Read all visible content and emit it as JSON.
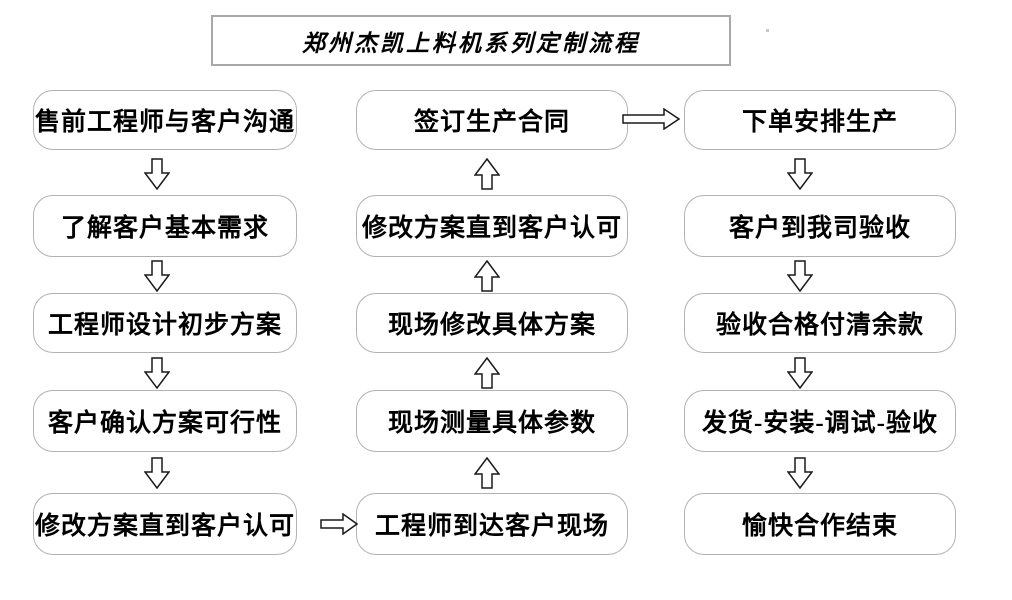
{
  "title": "郑州杰凯上料机系列定制流程",
  "columns": {
    "left": {
      "direction": "down",
      "nodes": [
        "售前工程师与客户沟通",
        "了解客户基本需求",
        "工程师设计初步方案",
        "客户确认方案可行性",
        "修改方案直到客户认可"
      ]
    },
    "middle": {
      "direction": "up",
      "nodes": [
        "签订生产合同",
        "修改方案直到客户认可",
        "现场修改具体方案",
        "现场测量具体参数",
        "工程师到达客户现场"
      ]
    },
    "right": {
      "direction": "down",
      "nodes": [
        "下单安排生产",
        "客户到我司验收",
        "验收合格付清余款",
        "发货-安装-调试-验收",
        "愉快合作结束"
      ]
    }
  },
  "connectors": {
    "left_column_arrows": "down-block-arrow",
    "middle_column_arrows": "up-block-arrow",
    "right_column_arrows": "down-block-arrow",
    "left_to_middle": "right-block-arrow",
    "middle_to_right": "right-block-arrow"
  },
  "colors": {
    "background": "#ffffff",
    "box_border": "#b2b2b2",
    "title_border": "#a8a8a8",
    "text": "#000000",
    "arrow_outline": "#1a1a1a",
    "arrow_fill": "#ffffff"
  }
}
